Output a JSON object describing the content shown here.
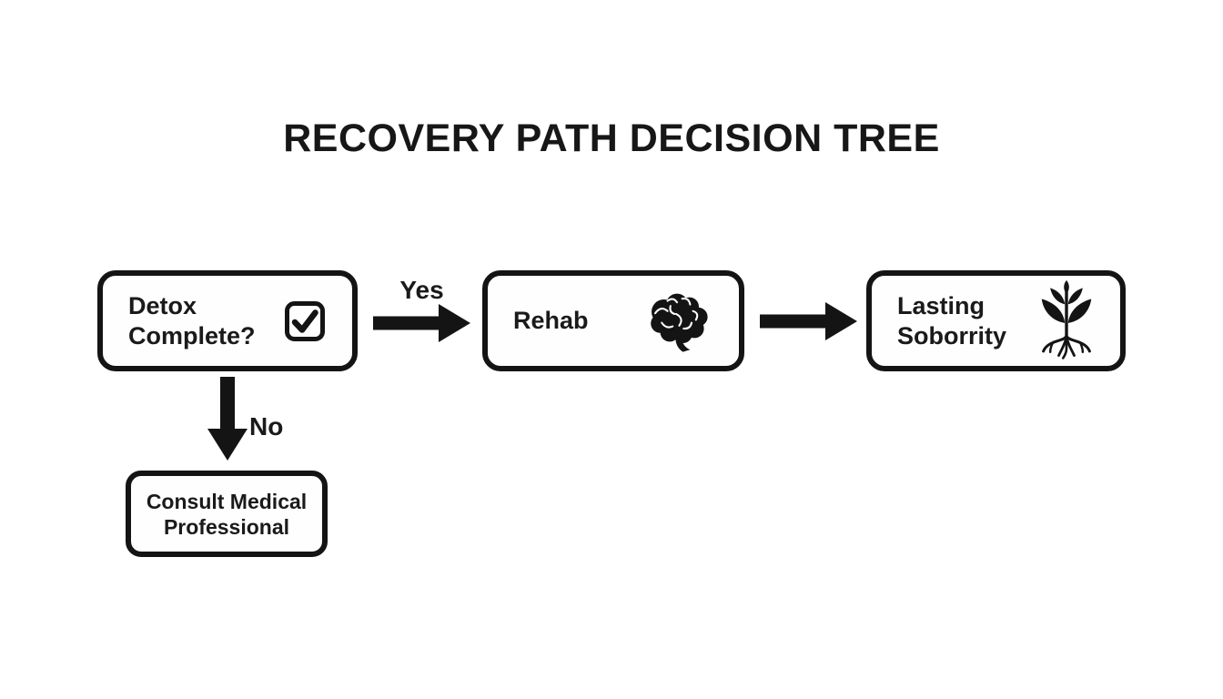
{
  "title": "RECOVERY PATH DECISION TREE",
  "nodes": {
    "detox": {
      "line1": "Detox",
      "line2": "Complete?"
    },
    "rehab": {
      "label": "Rehab"
    },
    "outcome": {
      "line1": "Lasting",
      "line2": "Soborrity"
    },
    "consult": {
      "line1": "Consult Medical",
      "line2": "Professional"
    }
  },
  "edges": {
    "yes": "Yes",
    "no": "No"
  },
  "colors": {
    "ink": "#141414",
    "background": "#ffffff"
  }
}
